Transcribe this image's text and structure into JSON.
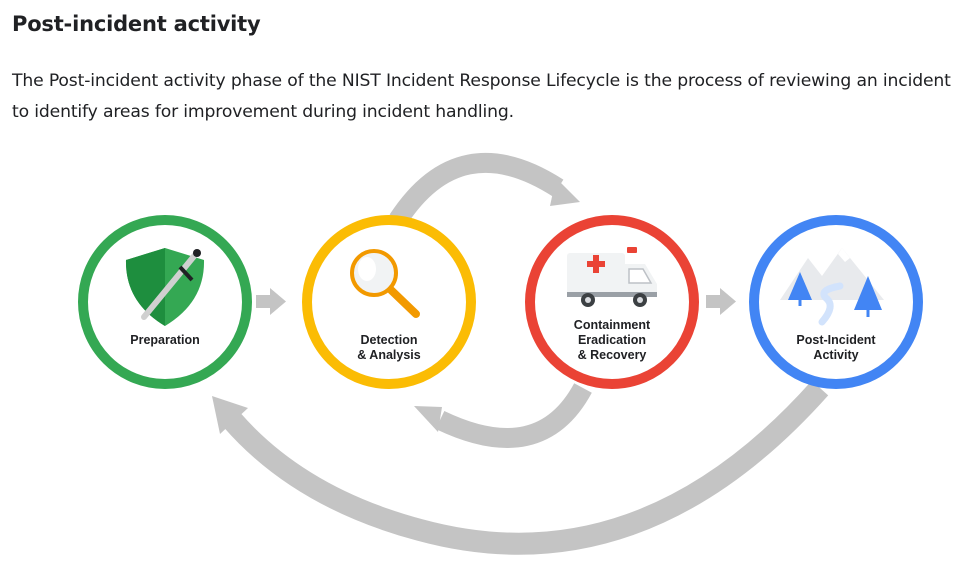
{
  "heading": "Post-incident activity",
  "intro": "The Post-incident activity phase of the NIST Incident Response Lifecycle is the process of reviewing an incident to identify areas for improvement during incident handling.",
  "colors": {
    "preparation": "#34a853",
    "detection": "#fbbc04",
    "containment": "#ea4335",
    "post_incident": "#4285f4",
    "arrow": "#c4c4c4"
  },
  "phases": {
    "preparation": {
      "icon": "shield-sword-icon",
      "lines": [
        "Preparation"
      ]
    },
    "detection": {
      "icon": "magnifying-glass-icon",
      "lines": [
        "Detection",
        "& Analysis"
      ]
    },
    "containment": {
      "icon": "ambulance-icon",
      "lines": [
        "Containment",
        "Eradication",
        "& Recovery"
      ]
    },
    "post_incident": {
      "icon": "mountain-trees-icon",
      "lines": [
        "Post-Incident",
        "Activity"
      ]
    }
  }
}
